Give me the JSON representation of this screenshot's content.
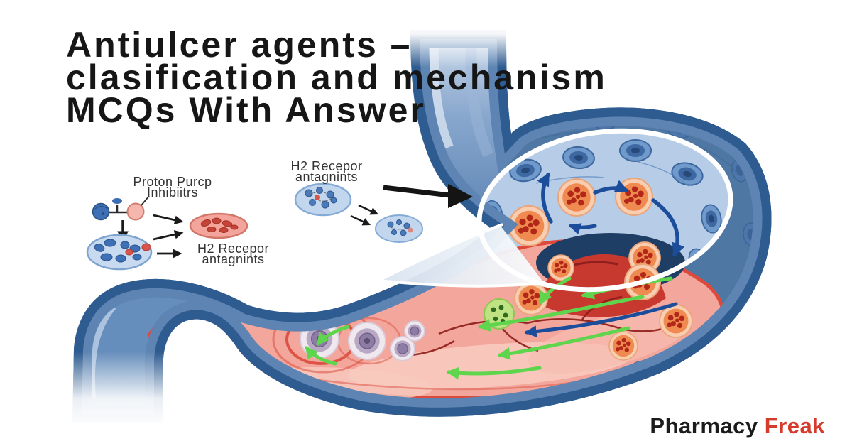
{
  "title": {
    "line1": "Antiulcer agents –",
    "line2": "clasification and mechanism",
    "line3": "MCQs With Answer"
  },
  "diagram_labels": {
    "proton_pump": {
      "line1": "Proton Purcp",
      "line2": "Inhibiitrs"
    },
    "h2_receptor_mid": {
      "line1": "H2 Recepor",
      "line2": "antagnints"
    },
    "h2_receptor_left": {
      "line1": "H2 Recepor",
      "line2": "antagnints"
    }
  },
  "brand": {
    "name": "Pharmacy",
    "accent": "Freak"
  },
  "colors": {
    "title_text": "#161616",
    "label_text": "#333333",
    "brand_name": "#1b1b1b",
    "brand_accent": "#d63a2c",
    "stomach_outer_wall": "#2e5b90",
    "stomach_mid_wall": "#5d84b3",
    "stomach_inner": "#9db9da",
    "magnifier_interior": "#b7cde7",
    "mucosa_red": "#dd4a3c",
    "mucosa_pink": "#f3a69b",
    "cavity_navy": "#1e3e66",
    "ulcer_dome_red": "#c7392f",
    "green_arrow": "#5ed54d",
    "blue_arrow": "#1c4d9b",
    "orange_cell_body": "#ef8a50",
    "orange_cell_dots": "#b22718"
  },
  "illustration": {
    "parts": [
      "esophagus",
      "stomach-body",
      "duodenum",
      "magnifier-circle",
      "mucosa-ulcer-craters",
      "parietal-cell-diagram",
      "h2-cell-diagram"
    ],
    "arrow_icons": [
      "black-arrow-icon",
      "down-arrow-icon",
      "green-flow-arrow-icon",
      "blue-flow-arrow-icon",
      "inhibition-t-icon"
    ]
  }
}
